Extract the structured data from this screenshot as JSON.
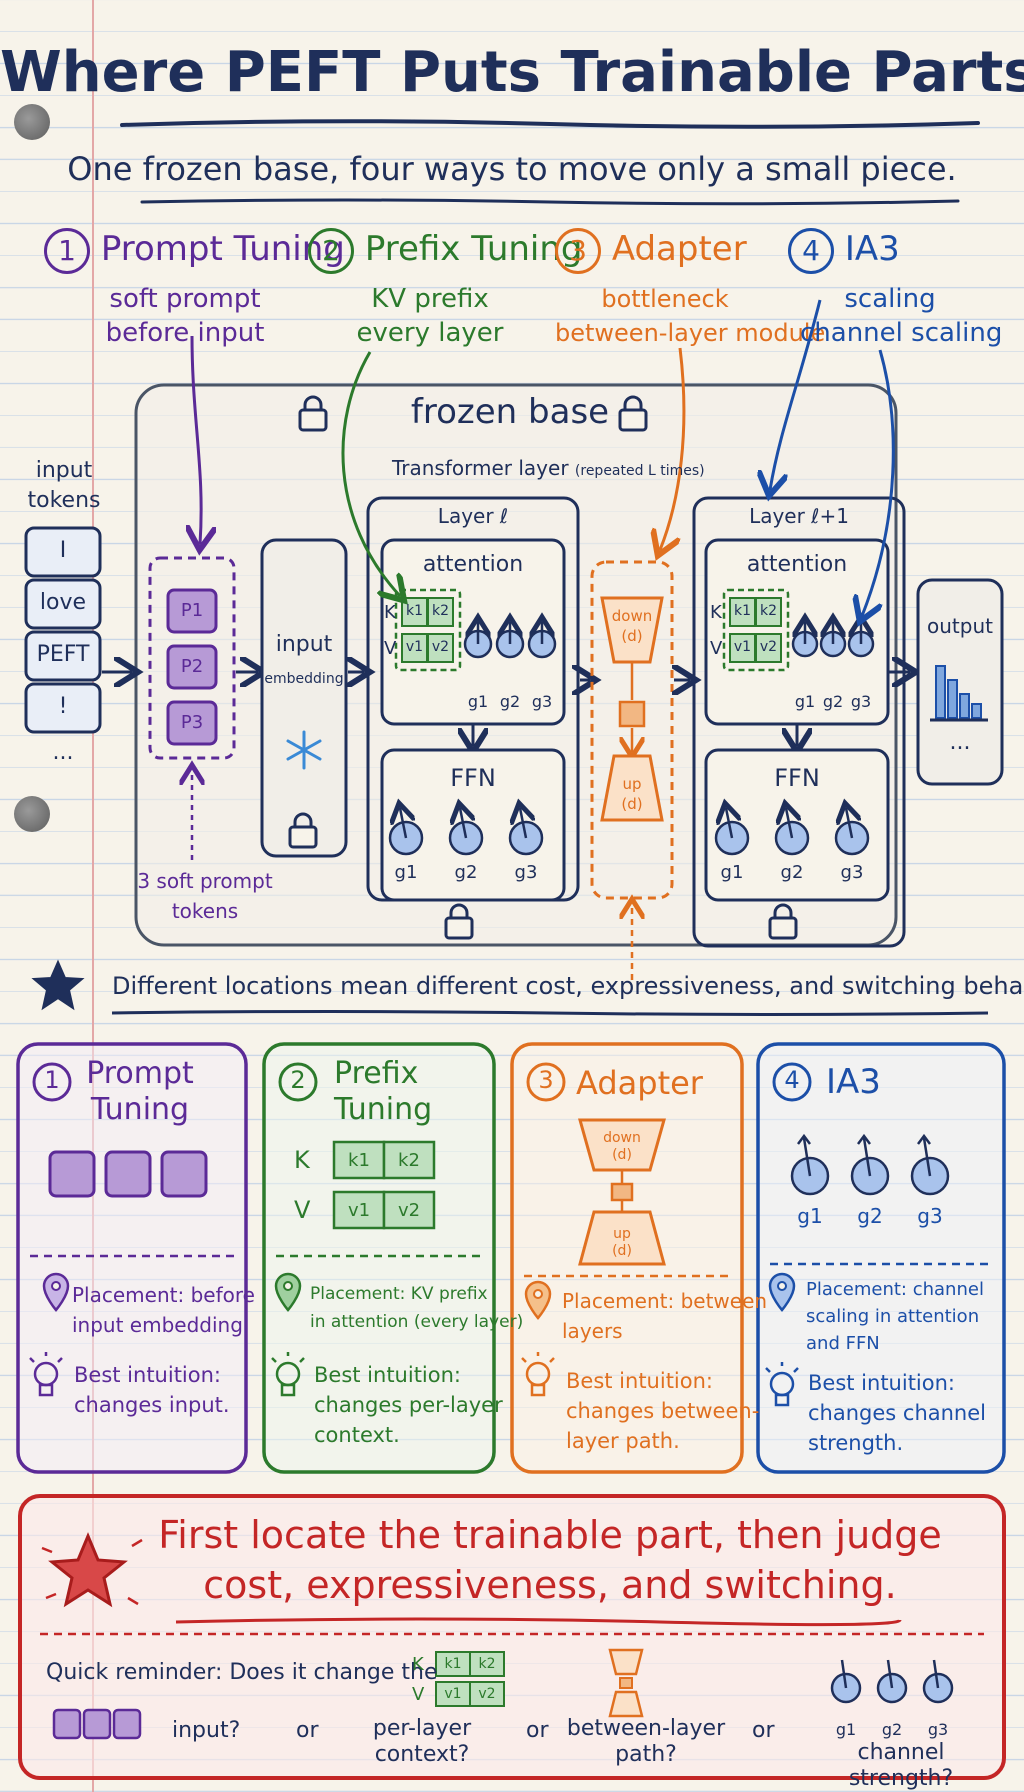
{
  "header": {
    "title": "Where PEFT Puts Trainable Parts",
    "subtitle": "One frozen base, four ways to move only a small piece."
  },
  "methods": [
    {
      "num": "1",
      "name": "Prompt Tuning",
      "line1": "soft prompt",
      "line2": "before input",
      "color": "#5b2a97"
    },
    {
      "num": "2",
      "name": "Prefix Tuning",
      "line1": "KV prefix",
      "line2": "every layer",
      "color": "#2c7a2c"
    },
    {
      "num": "3",
      "name": "Adapter",
      "line1": "bottleneck",
      "line2": "between-layer module",
      "color": "#e07020"
    },
    {
      "num": "4",
      "name": "IA3",
      "line1": "scaling",
      "line2": "channel scaling",
      "color": "#1c4fa8"
    }
  ],
  "diagram": {
    "frozen_label": "frozen base",
    "transformer_label": "Transformer layer",
    "repeated_label": "(repeated L times)",
    "input_label_1": "input",
    "input_label_2": "tokens",
    "tokens": [
      "I",
      "love",
      "PEFT",
      "!",
      "..."
    ],
    "prompts": [
      "P1",
      "P2",
      "P3"
    ],
    "soft_prompt_1": "3 soft prompt",
    "soft_prompt_2": "tokens",
    "embed_1": "input",
    "embed_2": "embedding",
    "layer1_label": "Layer ℓ",
    "layer2_label": "Layer ℓ+1",
    "attention_label": "attention",
    "ffn_label": "FFN",
    "k_label": "K",
    "v_label": "V",
    "k_cells": [
      "k1",
      "k2"
    ],
    "v_cells": [
      "v1",
      "v2"
    ],
    "gates": [
      "g1",
      "g2",
      "g3"
    ],
    "down_1": "down",
    "down_2": "(d)",
    "up_1": "up",
    "up_2": "(d)",
    "output_label": "output",
    "output_dots": "..."
  },
  "note": "Different locations mean different cost, expressiveness, and switching behavior.",
  "cards": [
    {
      "num": "1",
      "title_1": "Prompt",
      "title_2": "Tuning",
      "placement_1": "Placement: before",
      "placement_2": "input embedding",
      "placement_3": "",
      "intuition_1": "Best intuition:",
      "intuition_2": "changes input.",
      "intuition_3": ""
    },
    {
      "num": "2",
      "title_1": "Prefix",
      "title_2": "Tuning",
      "placement_1": "Placement: KV prefix",
      "placement_2": "in attention (every layer)",
      "placement_3": "",
      "intuition_1": "Best intuition:",
      "intuition_2": "changes per-layer",
      "intuition_3": "context."
    },
    {
      "num": "3",
      "title_1": "Adapter",
      "title_2": "",
      "placement_1": "Placement: between",
      "placement_2": "layers",
      "placement_3": "",
      "intuition_1": "Best intuition:",
      "intuition_2": "changes between-",
      "intuition_3": "layer path."
    },
    {
      "num": "4",
      "title_1": "IA3",
      "title_2": "",
      "placement_1": "Placement: channel",
      "placement_2": "scaling in attention",
      "placement_3": "and FFN",
      "intuition_1": "Best intuition:",
      "intuition_2": "changes channel",
      "intuition_3": "strength."
    }
  ],
  "summary": {
    "line1": "First locate the trainable part, then judge",
    "line2": "cost, expressiveness, and switching.",
    "reminder": "Quick reminder: Does it change the",
    "opt_input": "input?",
    "opt_context_1": "per-layer",
    "opt_context_2": "context?",
    "opt_path_1": "between-layer",
    "opt_path_2": "path?",
    "opt_strength_1": "channel",
    "opt_strength_2": "strength?",
    "or": "or"
  },
  "colors": {
    "navy": "#1f2f5a",
    "purple": "#5b2a97",
    "green": "#2c7a2c",
    "orange": "#e07020",
    "blue": "#1c4fa8",
    "red": "#c42626"
  }
}
